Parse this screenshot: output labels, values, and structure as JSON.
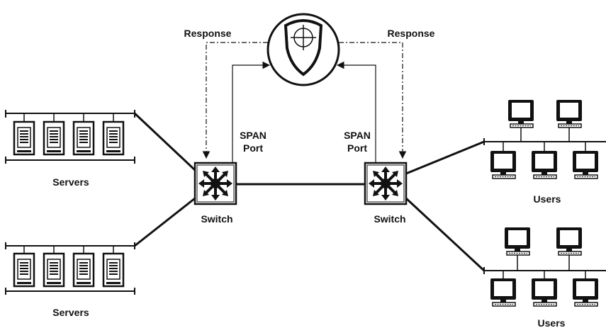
{
  "labels": {
    "response_left": "Response",
    "response_right": "Response",
    "span_left_line1": "SPAN",
    "span_left_line2": "Port",
    "span_right_line1": "SPAN",
    "span_right_line2": "Port",
    "switch_left": "Switch",
    "switch_right": "Switch",
    "servers_top": "Servers",
    "servers_bottom": "Servers",
    "users_top": "Users",
    "users_bottom": "Users"
  },
  "icons": {
    "ids_sensor": "shield-crosshair-icon",
    "switch": "switch-icon",
    "server": "server-icon",
    "workstation": "desktop-computer-icon"
  },
  "colors": {
    "ink": "#111111",
    "background": "#ffffff"
  }
}
